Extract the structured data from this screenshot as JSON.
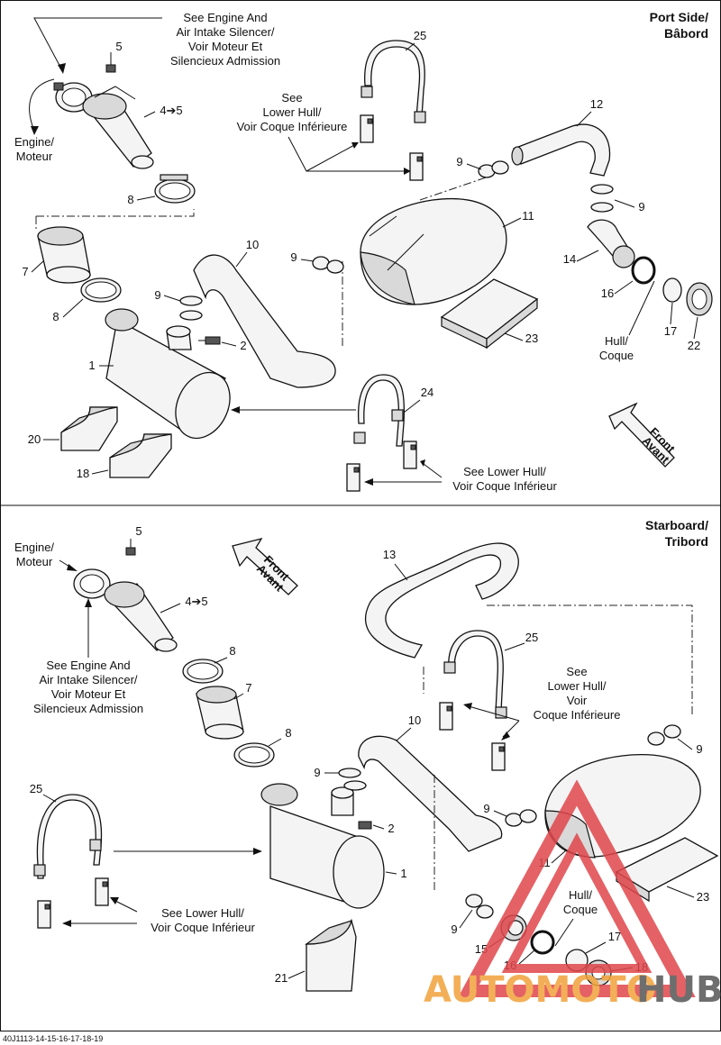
{
  "panels": {
    "top": {
      "header_line1": "Port Side/",
      "header_line2": "Bâbord",
      "note_engine_silencer": [
        "See Engine And",
        "Air Intake Silencer/",
        "Voir Moteur Et",
        "Silencieux Admission"
      ],
      "label_engine": [
        "Engine/",
        "Moteur"
      ],
      "note_lower_hull_a": [
        "See",
        "Lower Hull/",
        "Voir Coque Inférieure"
      ],
      "note_lower_hull_b": [
        "See Lower Hull/",
        "Voir Coque Inférieur"
      ],
      "label_hull": [
        "Hull/",
        "Coque"
      ],
      "front_badge": [
        "Front",
        "Avant"
      ],
      "callouts": [
        "1",
        "2",
        "4➔5",
        "5",
        "7",
        "8",
        "8",
        "9",
        "9",
        "9",
        "9",
        "10",
        "11",
        "12",
        "14",
        "16",
        "17",
        "18",
        "20",
        "22",
        "23",
        "24",
        "25"
      ]
    },
    "bottom": {
      "header_line1": "Starboard/",
      "header_line2": "Tribord",
      "label_engine": [
        "Engine/",
        "Moteur"
      ],
      "note_engine_silencer": [
        "See Engine And",
        "Air Intake Silencer/",
        "Voir Moteur Et",
        "Silencieux Admission"
      ],
      "note_lower_hull_a": [
        "See",
        "Lower Hull/",
        "Voir",
        "Coque Inférieure"
      ],
      "note_lower_hull_b": [
        "See Lower Hull/",
        "Voir Coque Inférieur"
      ],
      "label_hull": [
        "Hull/",
        "Coque"
      ],
      "front_badge": [
        "Front",
        "Avant"
      ],
      "callouts": [
        "1",
        "2",
        "4➔5",
        "5",
        "7",
        "8",
        "8",
        "9",
        "9",
        "9",
        "9",
        "10",
        "11",
        "13",
        "15",
        "16",
        "17",
        "18",
        "21",
        "23",
        "25",
        "25"
      ]
    }
  },
  "footer_code": "40J1113-14-15-16-17-18-19",
  "watermark": {
    "part1": "AUTOMOTO",
    "part2": "HUB"
  },
  "colors": {
    "watermark_red": "#e0464b",
    "watermark_orange": "#f2a23a",
    "watermark_gray": "#555555"
  }
}
